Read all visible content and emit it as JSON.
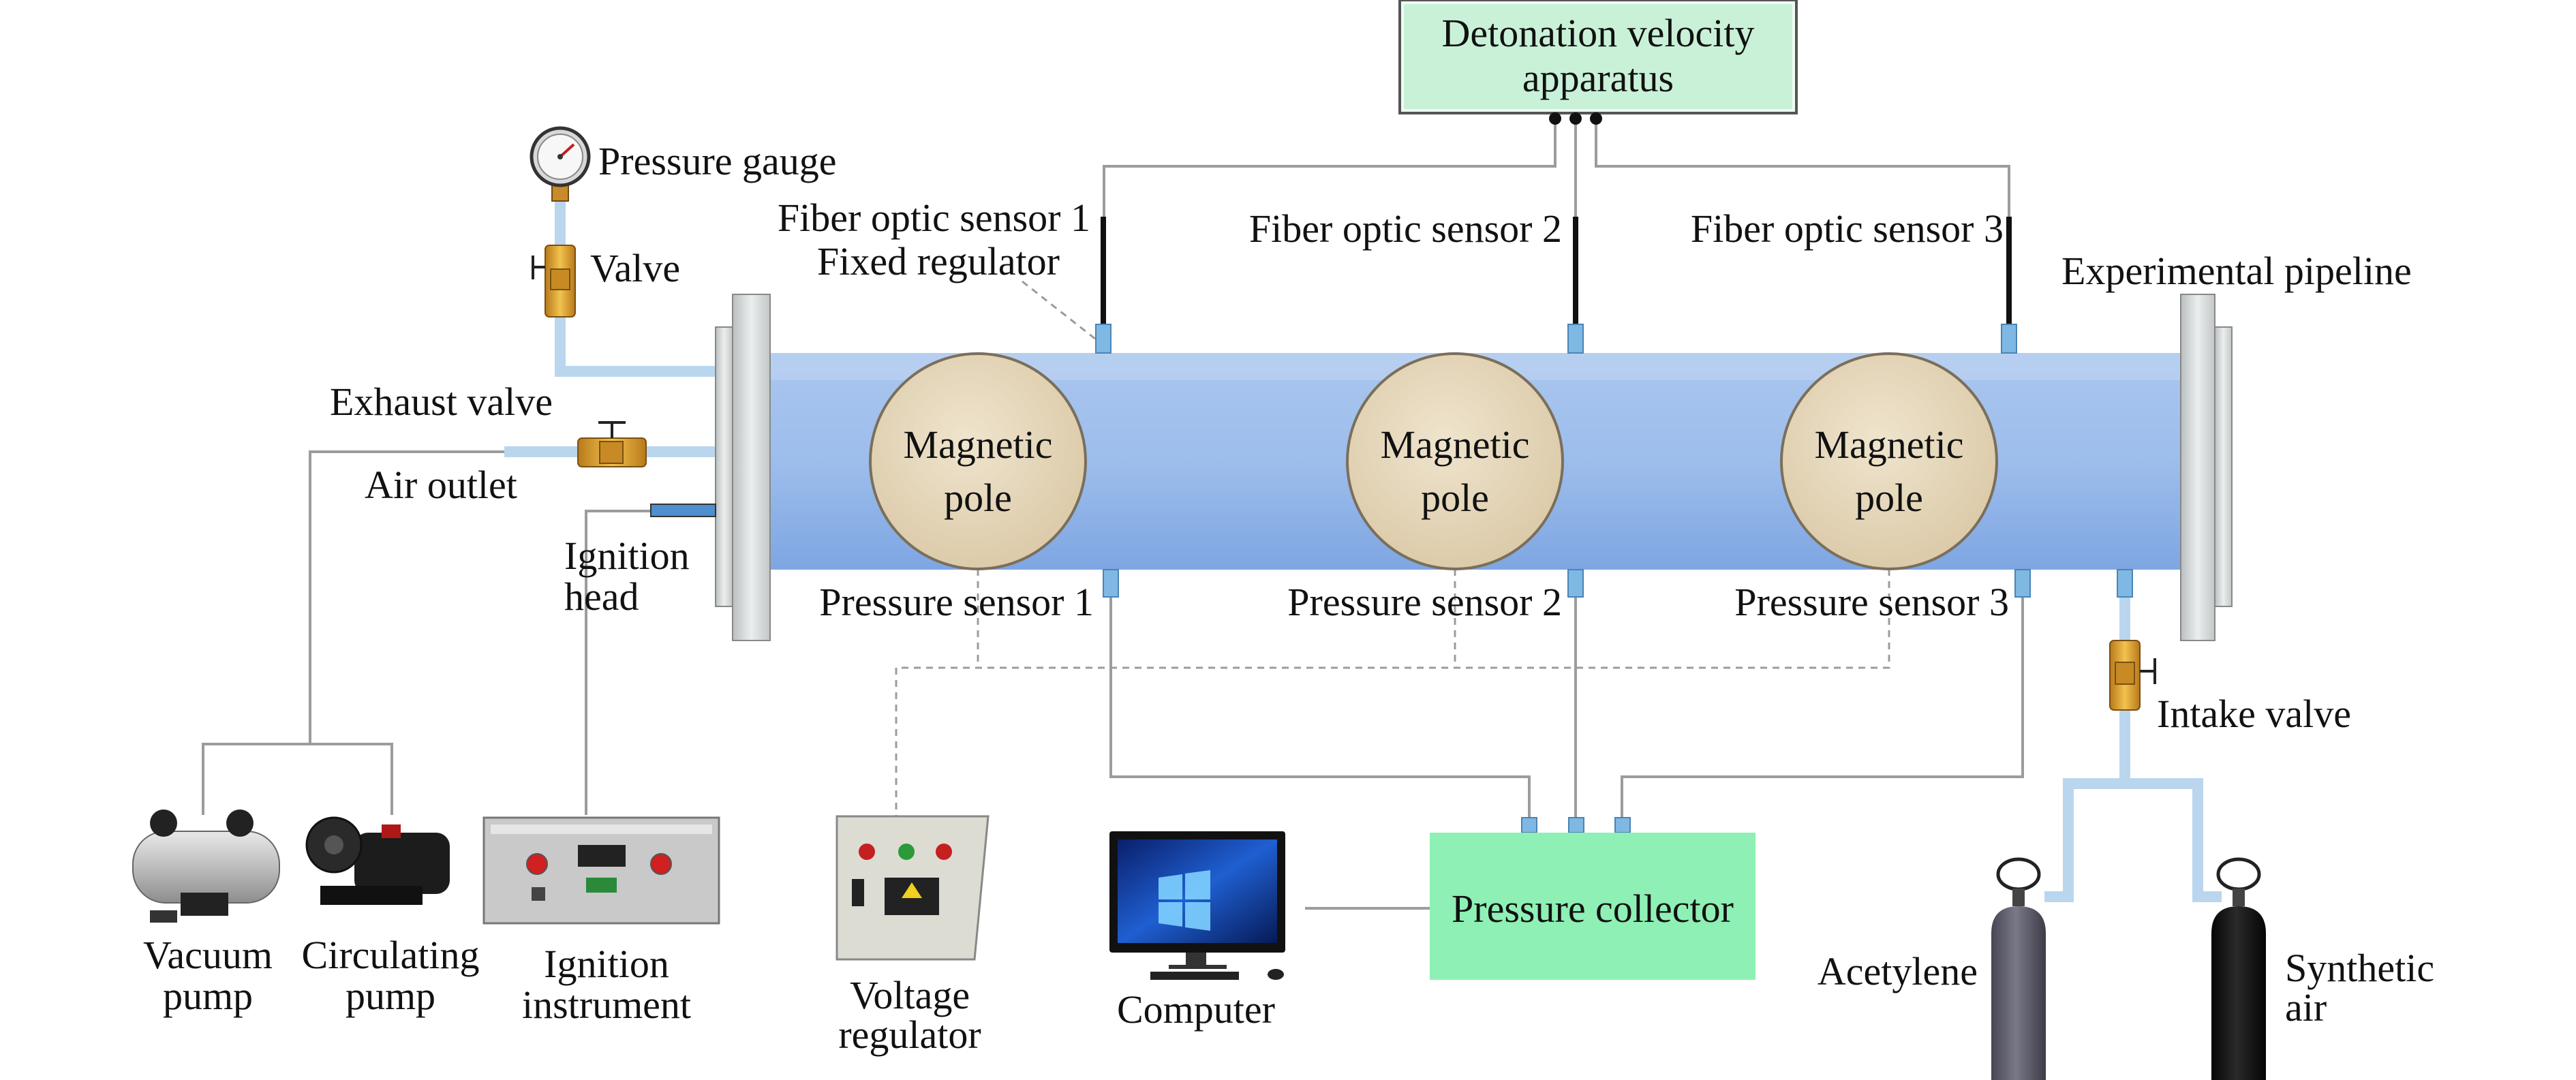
{
  "labels": {
    "detonation_apparatus": [
      "Detonation velocity",
      "apparatus"
    ],
    "pressure_gauge": "Pressure gauge",
    "valve": "Valve",
    "fiber_sensor_1": "Fiber optic sensor 1",
    "fixed_regulator": "Fixed regulator",
    "fiber_sensor_2": "Fiber optic sensor 2",
    "fiber_sensor_3": "Fiber optic sensor 3",
    "experimental_pipeline": "Experimental pipeline",
    "exhaust_valve": "Exhaust valve",
    "air_outlet": "Air outlet",
    "ignition_head": [
      "Ignition",
      "head"
    ],
    "magnetic_pole": [
      "Magnetic",
      "pole"
    ],
    "pressure_sensor_1": "Pressure sensor 1",
    "pressure_sensor_2": "Pressure sensor 2",
    "pressure_sensor_3": "Pressure sensor 3",
    "intake_valve": "Intake valve",
    "vacuum_pump": [
      "Vacuum",
      "pump"
    ],
    "circulating_pump": [
      "Circulating",
      "pump"
    ],
    "ignition_instrument": [
      "Ignition",
      "instrument"
    ],
    "voltage_regulator": [
      "Voltage",
      "regulator"
    ],
    "computer": "Computer",
    "pressure_collector": "Pressure collector",
    "acetylene": "Acetylene",
    "synthetic_air": [
      "Synthetic",
      "air"
    ]
  },
  "colors": {
    "pipe_body": "#8fb4e6",
    "pipe_light": "#b7cff0",
    "flange": "#d3d8d8",
    "magnetic_pole_fill": "#e6d9bf",
    "apparatus_box": "#c9f1d8",
    "collector_box": "#8ef0b4",
    "sensor_blue": "#7fb8e3",
    "gas_line": "#b9d6ee",
    "wire": "#9c9c9c",
    "acetylene_cylinder": "#5b5a66",
    "air_cylinder": "#111111",
    "valve_brass": "#e0a126"
  },
  "icons": [
    "pressure-gauge-icon",
    "valve-icon",
    "exhaust-valve-icon",
    "intake-valve-icon",
    "vacuum-pump-icon",
    "circulating-pump-icon",
    "ignition-instrument-icon",
    "voltage-regulator-icon",
    "computer-icon",
    "gas-cylinder-icon"
  ]
}
